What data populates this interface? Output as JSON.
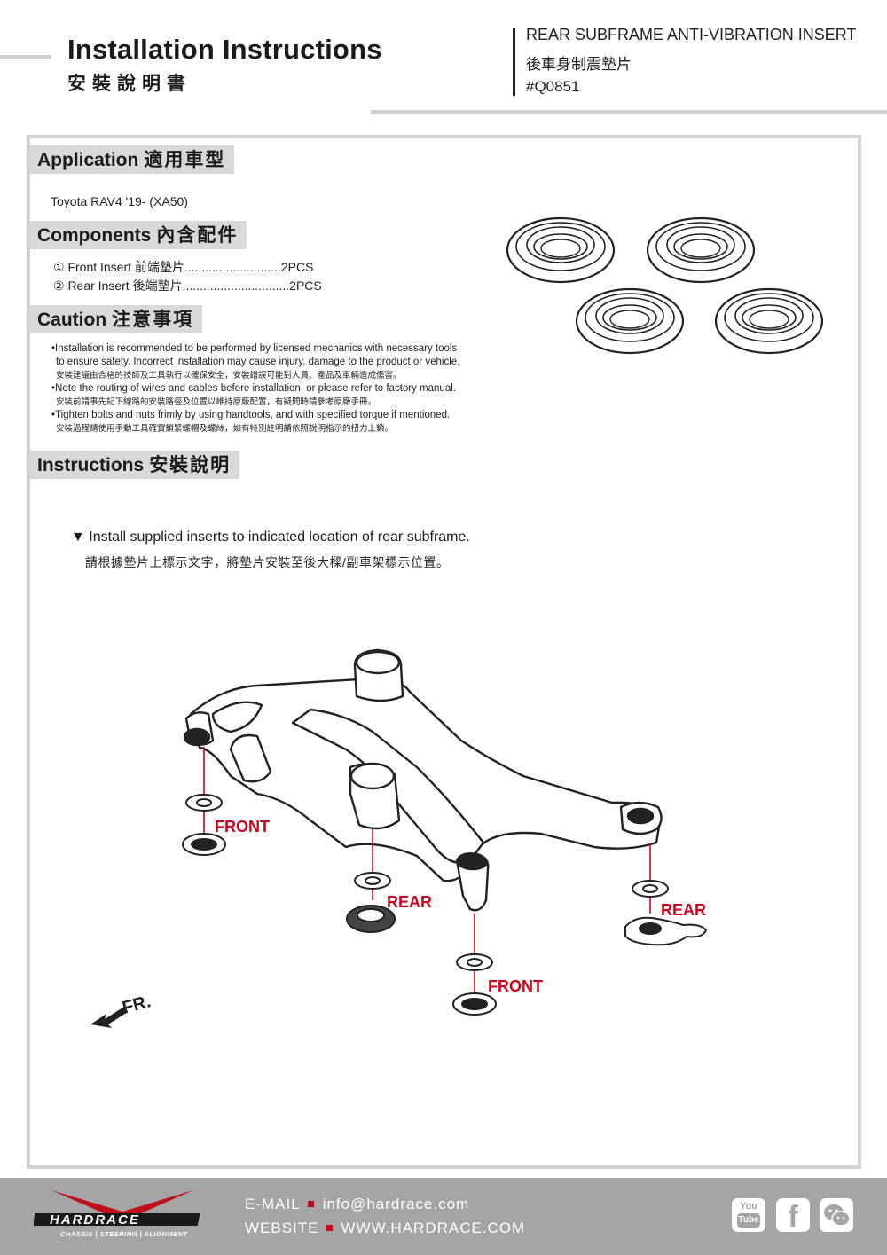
{
  "header": {
    "title": "Installation Instructions",
    "title_cn": "安裝說明書",
    "product_name": "REAR SUBFRAME ANTI-VIBRATION INSERT",
    "product_name_cn": "後車身制震墊片",
    "part_number": "#Q0851"
  },
  "application": {
    "heading": "Application",
    "heading_cn": "適用車型",
    "vehicle": "Toyota RAV4 '19- (XA50)"
  },
  "components": {
    "heading": "Components",
    "heading_cn": "內含配件",
    "items": [
      {
        "label": "① Front Insert 前端墊片",
        "dots": "............................",
        "qty": "2PCS"
      },
      {
        "label": "② Rear Insert 後端墊片",
        "dots": "...............................",
        "qty": "2PCS"
      }
    ]
  },
  "caution": {
    "heading": "Caution",
    "heading_cn": "注意事項",
    "lines": [
      "•Installation is recommended to be performed by licensed mechanics with necessary tools",
      "to ensure safety. Incorrect installation may cause injury, damage to the product or vehicle.",
      "安裝建議由合格的技師及工具執行以確保安全，安裝錯誤可能對人員、產品及車輛造成傷害。",
      "•Note the routing of wires and cables before installation, or please refer to factory manual.",
      "安裝前請事先記下線路的安裝路徑及位置以維持原廠配置，有疑問時請參考原廠手冊。",
      "•Tighten bolts and nuts frimly by using handtools, and with specified torque if mentioned.",
      "安裝過程請使用手動工具確實鎖緊螺帽及螺絲，如有特別註明請依照說明指示的扭力上鎖。"
    ]
  },
  "instructions": {
    "heading": "Instructions",
    "heading_cn": "安裝說明",
    "step_en": "▼ Install supplied inserts to indicated location of rear subframe.",
    "step_cn": "請根據墊片上標示文字，將墊片安裝至後大樑/副車架標示位置。"
  },
  "diagram": {
    "labels": {
      "front_left": "FRONT",
      "rear_mid": "REAR",
      "rear_right": "REAR",
      "front_bottom": "FRONT",
      "direction": "FR."
    },
    "accent_color": "#d0021b"
  },
  "footer": {
    "email_label": "E-MAIL",
    "email": "info@hardrace.com",
    "website_label": "WEBSITE",
    "website": "WWW.HARDRACE.COM",
    "brand": "HARDRACE",
    "tagline": "CHASSIS | STEERING | ALIGNMENT",
    "social_icons": [
      "youtube-icon",
      "facebook-icon",
      "wechat-icon"
    ],
    "youtube_text_top": "You",
    "youtube_text_bottom": "Tube"
  }
}
